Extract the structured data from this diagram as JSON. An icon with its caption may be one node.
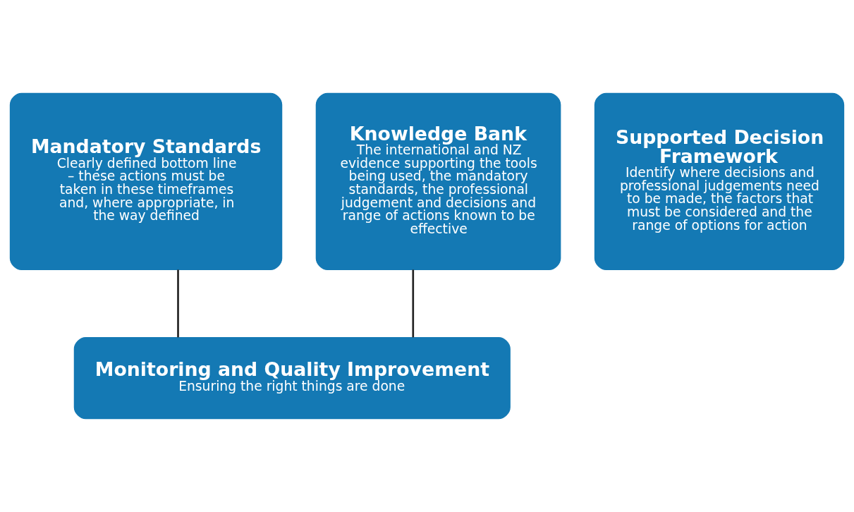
{
  "diagram": {
    "nodes": [
      {
        "text": [
          "Mandatory Standards",
          "Clearly defined bottom line – these actions must be taken in these timeframes and, where appropriate, in the way defined"
        ]
      },
      {
        "text": [
          "Supported Decision Framework",
          "Identify where decisions and professional judgements need to be made, the factors that must be considered and the range of options for action"
        ]
      },
      {
        "text": [
          "Knowledge Bank",
          "The international and NZ evidence supporting the tools being used, the mandatory standards, the professional judgement and decisions and range of actions known to be effective"
        ]
      },
      {
        "text": [
          "Monitoring and Quality Improvement",
          "Ensuring the right things are done"
        ]
      }
    ],
    "edges": [
      {
        "from": 0,
        "to": 3,
        "arrow": "none"
      },
      {
        "from": 2,
        "to": 3,
        "arrow": "none"
      }
    ]
  }
}
